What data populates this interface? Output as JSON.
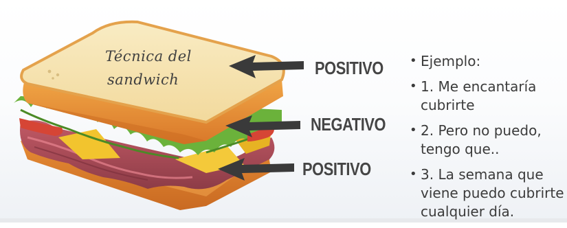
{
  "slide": {
    "sandwich_caption_line1": "Técnica del",
    "sandwich_caption_line2": "sandwich",
    "labels": {
      "top": "POSITIVO",
      "middle": "NEGATIVO",
      "bottom": "POSITIVO"
    },
    "bullets": [
      {
        "lines": [
          "Ejemplo:"
        ]
      },
      {
        "lines": [
          "1. Me encantaría",
          "cubrirte"
        ]
      },
      {
        "lines": [
          "2. Pero no puedo,",
          "tengo que.."
        ]
      },
      {
        "lines": [
          "3. La semana que",
          "viene puedo cubrirte",
          "cualquier día."
        ]
      }
    ]
  },
  "colors": {
    "bread_crust": "#E8953A",
    "bread_top": "#F6E5B6",
    "lettuce": "#6BB23B",
    "ham": "#B2505E",
    "cheese": "#F2C42E",
    "arrow": "#3A3A3A",
    "text": "#454545"
  },
  "icons": [
    "sandwich-illustration",
    "arrow-left-icon"
  ]
}
